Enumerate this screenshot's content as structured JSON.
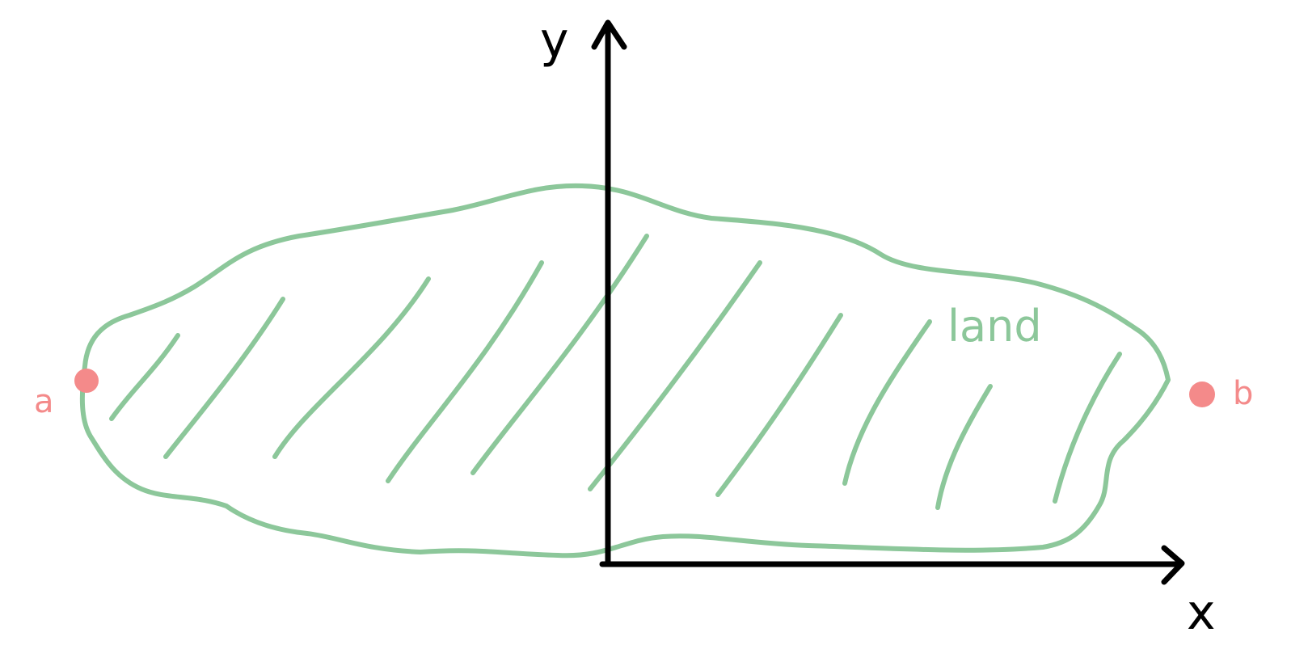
{
  "axes": {
    "x_label": "x",
    "y_label": "y"
  },
  "region": {
    "label": "land"
  },
  "points": [
    {
      "label": "a"
    },
    {
      "label": "b"
    }
  ],
  "colors": {
    "axis": "#000000",
    "region": "#8cc79a",
    "points": "#f48a8a"
  }
}
